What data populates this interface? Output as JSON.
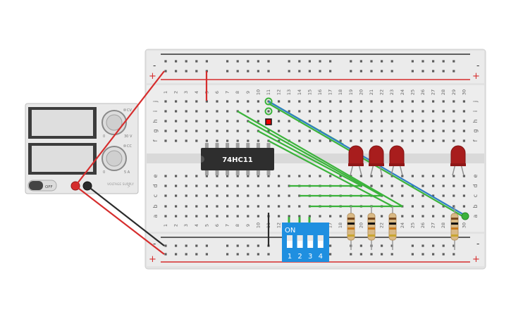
{
  "power_supply": {
    "off_label": "OFF",
    "voltage_knob_caption": "VOLTAGE SUPPLY",
    "v_min": "0",
    "v_max": "30 V",
    "a_min": "0",
    "a_max": "5 A",
    "cv_label": "CV",
    "cc_label": "CC"
  },
  "breadboard": {
    "column_numbers": [
      "1",
      "2",
      "3",
      "4",
      "5",
      "6",
      "7",
      "8",
      "9",
      "10",
      "11",
      "12",
      "13",
      "14",
      "15",
      "16",
      "17",
      "18",
      "19",
      "20",
      "21",
      "22",
      "23",
      "24",
      "25",
      "26",
      "27",
      "28",
      "29",
      "30"
    ],
    "row_letters_top": [
      "j",
      "i",
      "h",
      "g",
      "f"
    ],
    "row_letters_bottom": [
      "e",
      "d",
      "c",
      "b",
      "a"
    ],
    "rail_plus": "+",
    "rail_minus": "-"
  },
  "chip": {
    "label": "74HC11"
  },
  "dip_switch": {
    "on_label": "ON",
    "numbers": [
      "1",
      "2",
      "3",
      "4"
    ]
  },
  "colors": {
    "wire_red": "#d62d2d",
    "wire_black": "#2b2b2b",
    "wire_green": "#3bb33b",
    "wire_blue": "#2f7fc4",
    "led_red": "#a81d1d",
    "dip_blue": "#1f8fe0",
    "board": "#ececec"
  }
}
